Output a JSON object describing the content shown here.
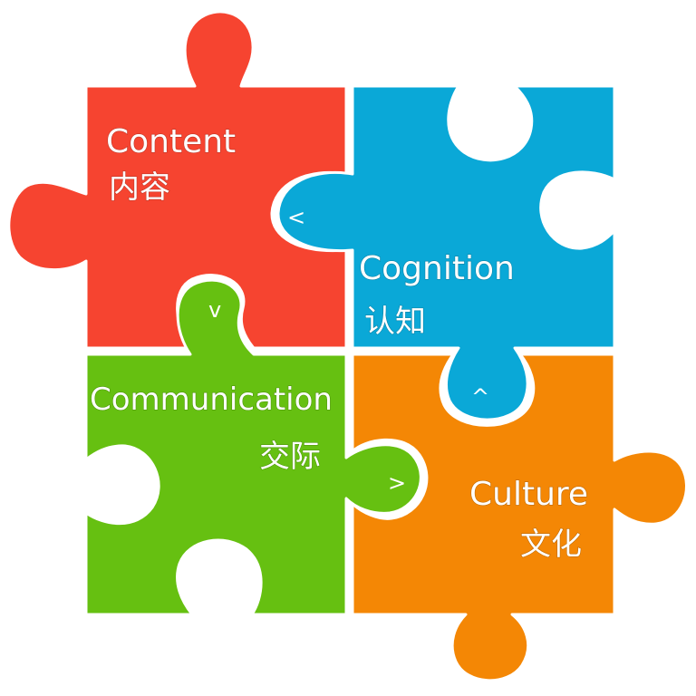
{
  "colors": {
    "content": "#F64430",
    "cognition": "#0AA8D7",
    "communication": "#66C011",
    "culture": "#F48705",
    "text": "#FFFFFF",
    "background": "#FFFFFF"
  },
  "pieces": {
    "content": {
      "en": "Content",
      "zh": "内容",
      "arrow": "<"
    },
    "cognition": {
      "en": "Cognition",
      "zh": "认知",
      "arrow": "^"
    },
    "communication": {
      "en": "Communication",
      "zh": "交际",
      "arrow": "v"
    },
    "culture": {
      "en": "Culture",
      "zh": "文化",
      "arrow": ">"
    }
  }
}
